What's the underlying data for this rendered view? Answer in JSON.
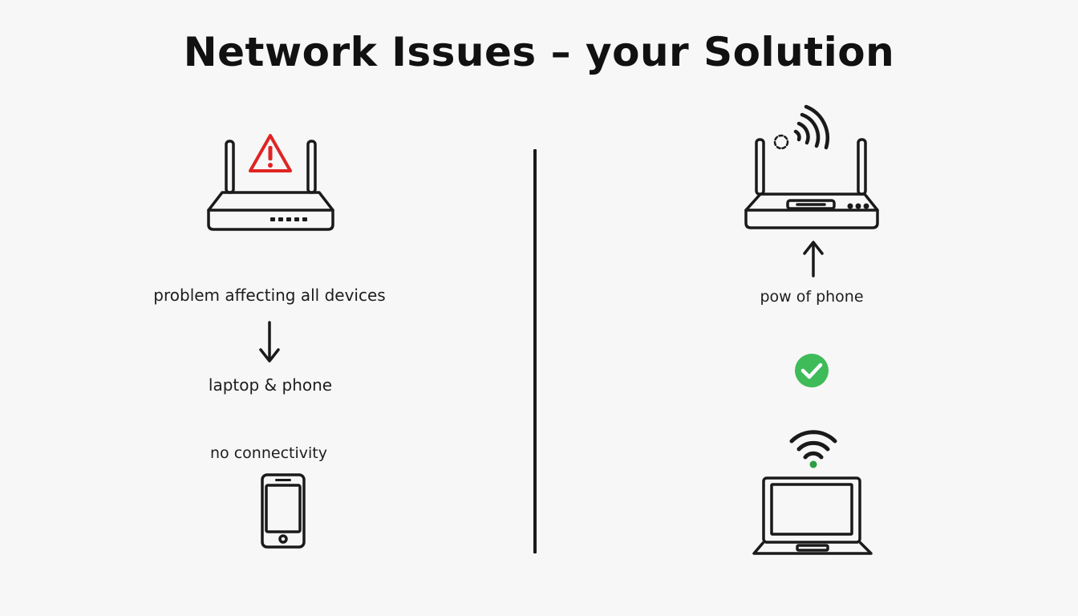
{
  "title": "Network Issues – your Solution",
  "colors": {
    "stroke": "#1a1a1a",
    "warning": "#e02424",
    "success": "#3fbb5a",
    "wifi_dot": "#2e9d46"
  },
  "left": {
    "router_icon": "router-icon",
    "warning_icon": "warning-triangle-icon",
    "problem_text": "problem affecting all devices",
    "arrow_icon": "arrow-down-icon",
    "devices_text": "laptop & phone",
    "status_text": "no connectivity",
    "phone_icon": "smartphone-icon"
  },
  "right": {
    "signal_icon": "wifi-signal-icon",
    "router_icon": "router-icon",
    "arrow_icon": "arrow-up-icon",
    "action_text": "pow of phone",
    "check_icon": "check-circle-icon",
    "wifi_icon": "wifi-icon",
    "laptop_icon": "laptop-icon"
  }
}
